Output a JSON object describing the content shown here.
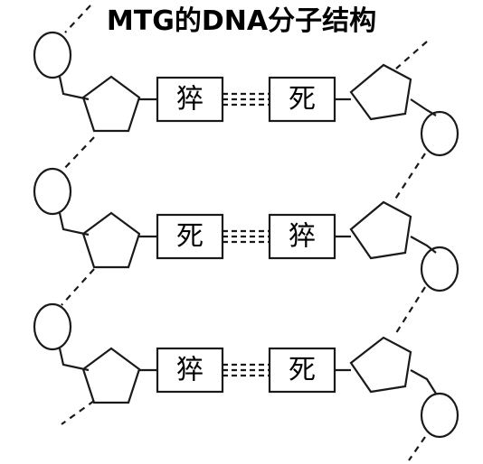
{
  "title": "MTG的DNA分子结构",
  "rows": [
    {
      "left_base": "猝",
      "right_base": "死"
    },
    {
      "left_base": "死",
      "right_base": "猝"
    },
    {
      "left_base": "猝",
      "right_base": "死"
    }
  ],
  "colors": {
    "stroke": "#1a1a1a",
    "background": "#ffffff",
    "text": "#000000"
  }
}
